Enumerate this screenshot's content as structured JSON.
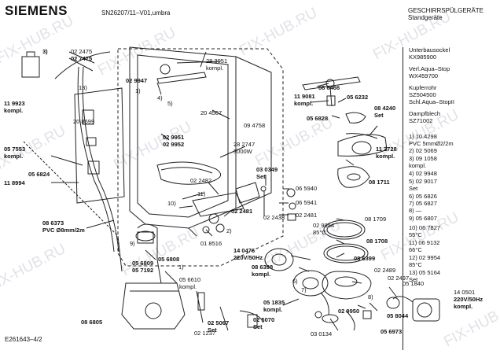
{
  "header": {
    "brand": "SIEMENS",
    "model": "SN26207/11–V01,umbra",
    "category_line1": "GESCHIRRSPÜLGERÄTE",
    "category_line2": "Standgeräte"
  },
  "footer": {
    "doc_id": "E261643–4/2"
  },
  "watermark": "FIX-HUB.RU",
  "right_panel": [
    "Unterbausockel",
    "KX985900",
    "Verl.Aqua–Stop",
    "WX459700",
    "Kupferrohr",
    "SZ504500",
    "Schl.Aqua–StopII",
    "Dampfblech",
    "SZ71002",
    "1)  10.4298",
    "     PVC 5mmØ2/2m",
    "2)  02 5069",
    "3)  09 1058",
    "     kompl.",
    "4)  02 9948",
    "5)  02 9017",
    "     Set",
    "6)  05 6826",
    "7)  05 6827",
    "8)  —",
    "9)  05 6807",
    "10)  06 7827",
    "       55°C",
    "11)  06 9132",
    "       66°C",
    "12)  02 9954",
    "       85°C",
    "13)  05 5164",
    "       Set"
  ],
  "labels": {
    "l_3": "3)",
    "l_022475": "02 2475",
    "l_027475": "02 7475",
    "l_13": "13)",
    "l_119923": "11 9923",
    "l_kompl1": "kompl.",
    "l_029947": "02 9947",
    "l_1a": "1)",
    "l_283051": "28 3051",
    "l_kompl2": "kompl.",
    "l_4": "4)",
    "l_5": "5)",
    "l_204567": "20 4567",
    "l_208699": "20 8699",
    "l_094758": "09 4758",
    "l_029951": "02 9951",
    "l_029952": "02 9952",
    "l_057553": "05 7553",
    "l_kompl3": "kompl.",
    "l_056824": "05 6824",
    "l_282747": "28 2747",
    "l_3000w": "3000W",
    "l_022482": "02 2482",
    "l_11": "11)",
    "l_10": "10)",
    "l_118994": "11 8994",
    "l_022481a": "02 2481",
    "l_2": "2)",
    "l_018516": "01 8516",
    "l_086373": "08 6373",
    "l_pvc": "PVC Ø8mm/2m",
    "l_9": "9)",
    "l_056809": "05 6809",
    "l_057192": "05 7192",
    "l_056808": "05 6808",
    "l_1b": "1)",
    "l_056610": "05 6610",
    "l_kompl4": "kompl.",
    "l_086805": "08 6805",
    "l_021237": "02 1237",
    "l_086466": "08 6466",
    "l_119081": "11 9081",
    "l_kompl5": "kompl.",
    "l_056232": "05 6232",
    "l_084240": "08 4240",
    "l_set1": "Set",
    "l_056828": "05 6828",
    "l_112728": "11 2728",
    "l_kompl6": "kompl.",
    "l_081711": "08 1711",
    "l_030349": "03 0349",
    "l_set2": "Set",
    "l_065940": "06 5940",
    "l_065941": "06 5941",
    "l_022481b": "02 2481",
    "l_022438": "02 2438",
    "l_029954": "02 9954",
    "l_85c": "85°C",
    "l_081709": "08 1709",
    "l_081708": "08 1708",
    "l_140476": "14 0476",
    "l_220v": "220V/50Hz",
    "l_086398": "08 6398",
    "l_kompl7": "kompl.",
    "l_086399": "08 6399",
    "l_6": "6)",
    "l_7": "7)",
    "l_022489": "02 2489",
    "l_022497": "02 2497",
    "l_051840": "05 1840",
    "l_8": "8)",
    "l_140501": "14 0501",
    "l_220v2": "220V/50Hz",
    "l_kompl8": "kompl.",
    "l_051835": "05 1835",
    "l_kompl9": "kompl.",
    "l_025067": "02 5067",
    "l_set3": "Set",
    "l_025070": "02 5070",
    "l_set4": "Set",
    "l_029950": "02 9950",
    "l_058044": "05 8044",
    "l_030134": "03 0134",
    "l_056973": "05 6973"
  }
}
